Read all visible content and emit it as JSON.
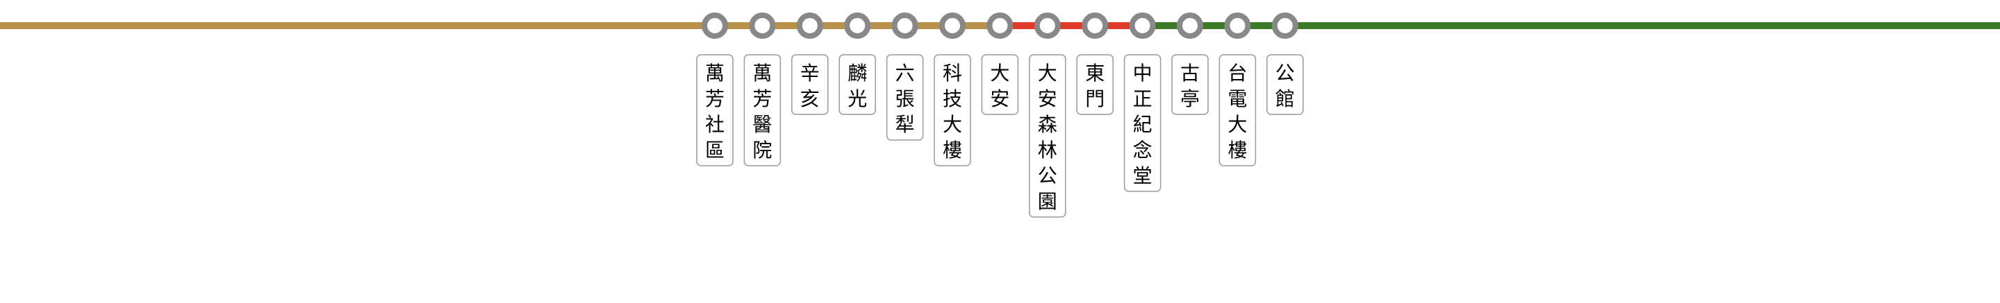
{
  "colors": {
    "line_brown": "#B8914A",
    "line_red": "#E03A2C",
    "line_green": "#3C7A2A",
    "node_stroke": "#888888",
    "label_border": "#999999"
  },
  "segments": [
    {
      "name": "brown-line",
      "color": "#B8914A",
      "from_station": null,
      "to_station": 6
    },
    {
      "name": "red-line",
      "color": "#E03A2C",
      "from_station": 6,
      "to_station": 9
    },
    {
      "name": "green-line",
      "color": "#3C7A2A",
      "from_station": 9,
      "to_station": null
    }
  ],
  "stations": [
    {
      "name": "萬芳社區"
    },
    {
      "name": "萬芳醫院"
    },
    {
      "name": "辛亥"
    },
    {
      "name": "麟光"
    },
    {
      "name": "六張犁"
    },
    {
      "name": "科技大樓"
    },
    {
      "name": "大安"
    },
    {
      "name": "大安森林公園"
    },
    {
      "name": "東門"
    },
    {
      "name": "中正紀念堂"
    },
    {
      "name": "古亭"
    },
    {
      "name": "台電大樓"
    },
    {
      "name": "公館"
    }
  ]
}
